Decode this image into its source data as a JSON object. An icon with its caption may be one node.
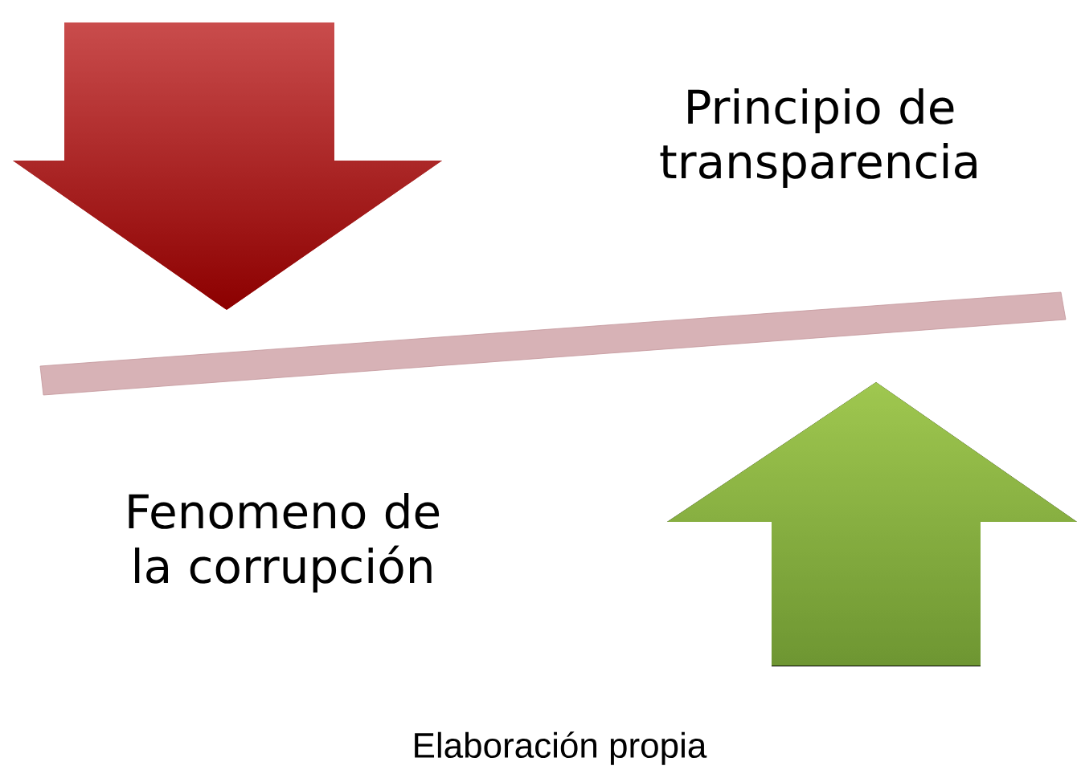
{
  "diagram": {
    "caption": "Elaboración propia",
    "labels": [
      "Principio de transparencia",
      "Fenomeno de la corrupción"
    ]
  }
}
